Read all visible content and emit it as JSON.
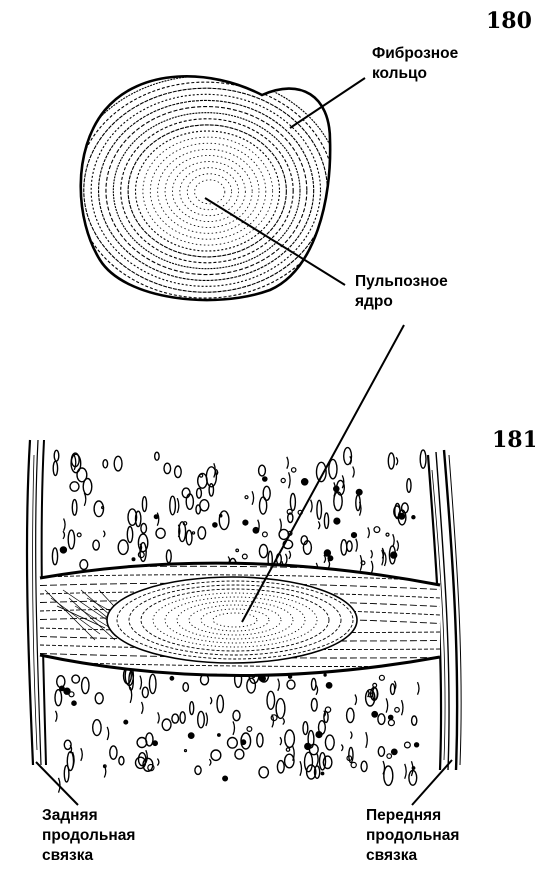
{
  "figures": {
    "disc_top_view": {
      "number": "180"
    },
    "spine_section": {
      "number": "181"
    }
  },
  "labels": {
    "annulus_fibrosus": "Фиброзное\nкольцо",
    "nucleus_pulposus": "Пульпозное\nядро",
    "posterior_ligament": "Задняя\nпродольная\nсвязка",
    "anterior_ligament": "Передняя\nпродольная\nсвязка"
  },
  "colors": {
    "ink": "#000000",
    "paper": "#ffffff"
  }
}
